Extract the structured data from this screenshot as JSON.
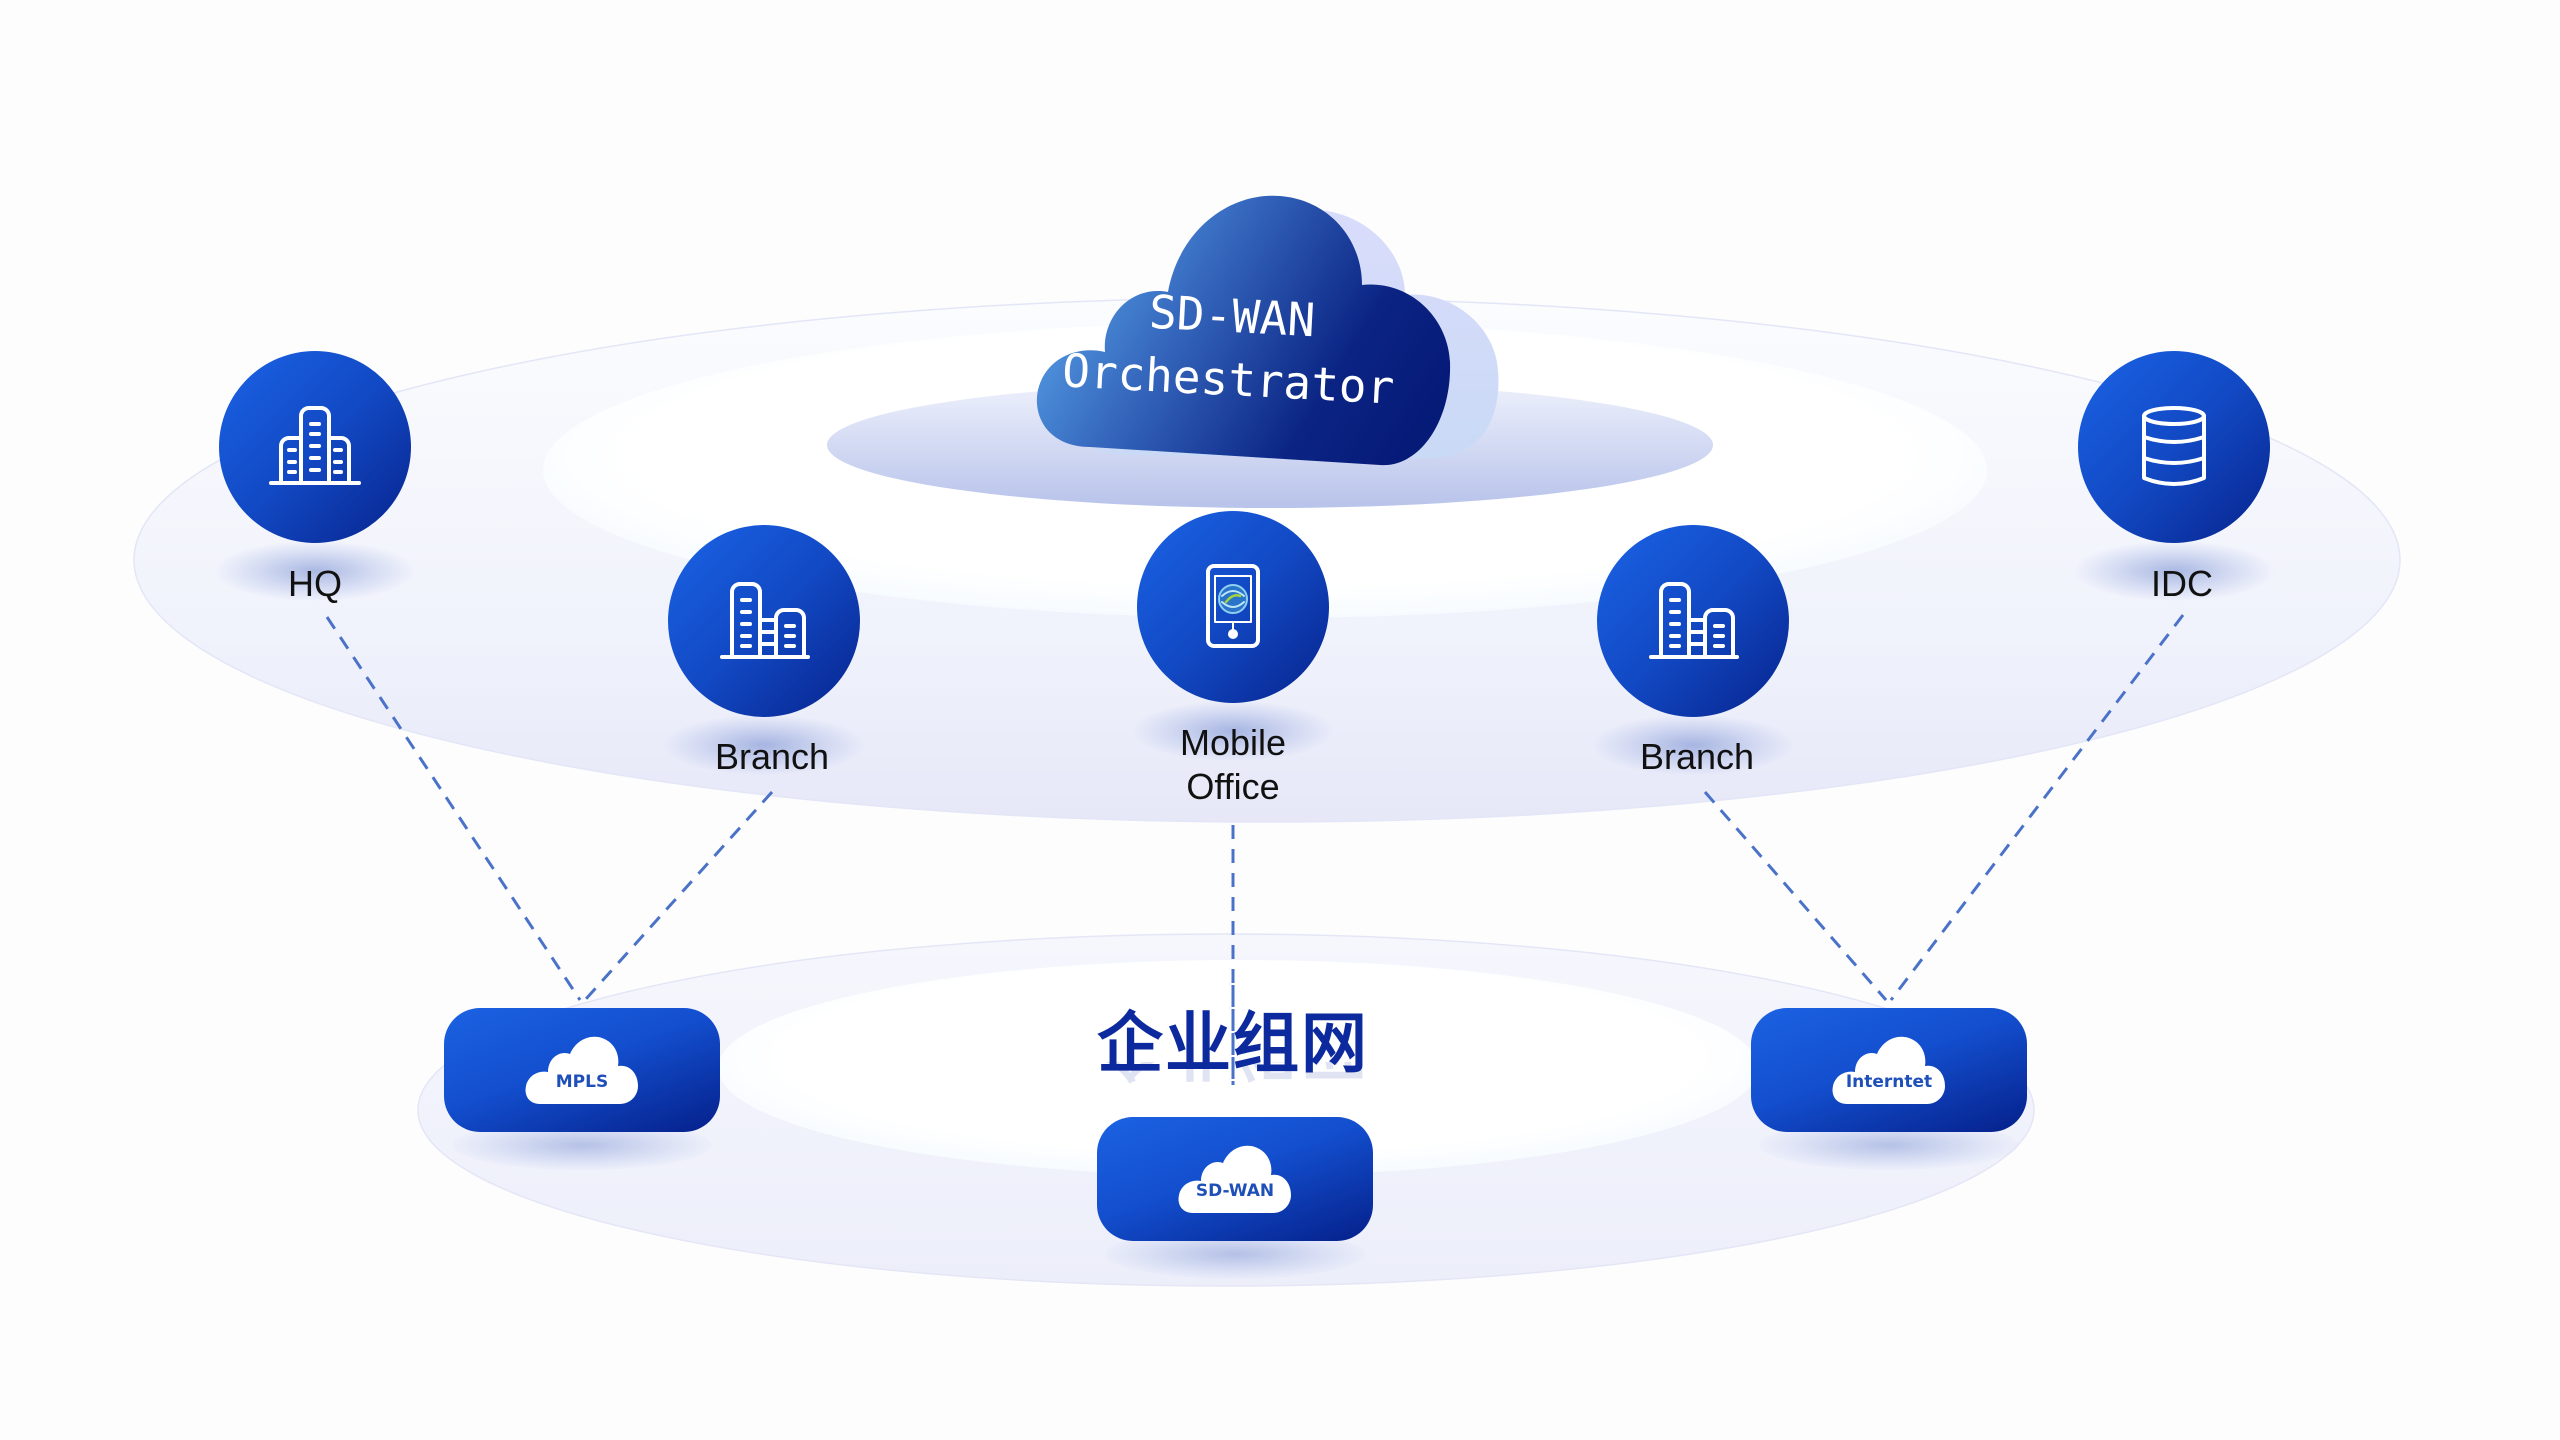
{
  "diagram": {
    "title": "企业组网",
    "orchestrator": {
      "line1": "SD-WAN",
      "line2": "Orchestrator",
      "icon": "cloud-icon"
    },
    "sites": [
      {
        "id": "hq",
        "label": "HQ",
        "icon": "office-tower-icon",
        "connects_to": "mpls"
      },
      {
        "id": "branch-1",
        "label": "Branch",
        "icon": "buildings-icon",
        "connects_to": "mpls"
      },
      {
        "id": "mobile-office",
        "label_line1": "Mobile",
        "label_line2": "Office",
        "icon": "mobile-phone-icon",
        "connects_to": "sd-wan"
      },
      {
        "id": "branch-2",
        "label": "Branch",
        "icon": "buildings-icon",
        "connects_to": "internet"
      },
      {
        "id": "idc",
        "label": "IDC",
        "icon": "database-icon",
        "connects_to": "internet"
      }
    ],
    "networks": [
      {
        "id": "mpls",
        "label": "MPLS",
        "icon": "cloud-icon"
      },
      {
        "id": "sd-wan",
        "label": "SD-WAN",
        "icon": "cloud-icon"
      },
      {
        "id": "internet",
        "label": "Interntet",
        "icon": "cloud-icon"
      }
    ],
    "colors": {
      "node_blue": "#1249c4",
      "node_dark": "#07238c",
      "title_blue": "#0c2a9e",
      "dash_line": "#4a72c8",
      "ring_fill": "#eceefb"
    }
  }
}
